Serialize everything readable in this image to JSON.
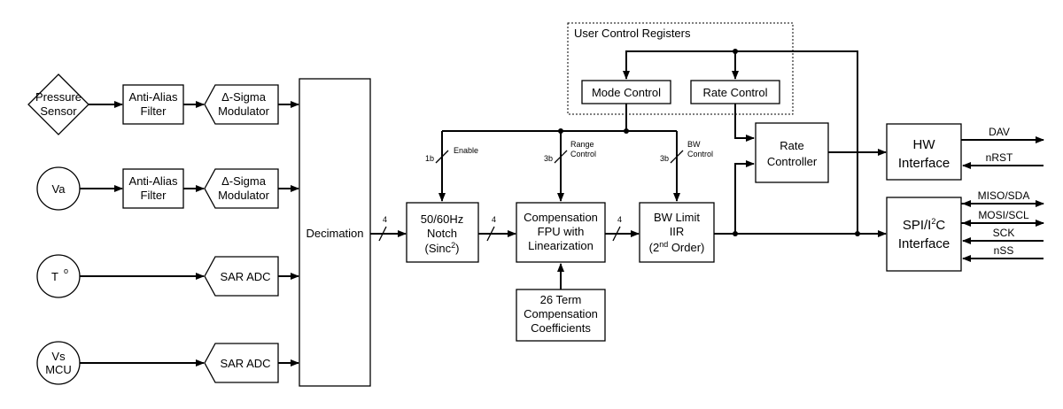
{
  "user_control": {
    "title": "User Control Registers",
    "mode_control": "Mode Control",
    "rate_control": "Rate Control"
  },
  "inputs": {
    "pressure": [
      "Pressure",
      "Sensor"
    ],
    "va": "Va",
    "temp": "T",
    "temp_sup": "o",
    "vs": [
      "Vs",
      "MCU"
    ]
  },
  "anti_alias": [
    "Anti-Alias",
    "Filter"
  ],
  "modulator": [
    "Δ-Sigma",
    "Modulator"
  ],
  "sar_adc": "SAR ADC",
  "decimation": "Decimation",
  "notch": {
    "l1": "50/60Hz",
    "l2": "Notch",
    "l3_pre": "(Sinc",
    "l3_sup": "2",
    "l3_post": ")"
  },
  "comp_fpu": [
    "Compensation",
    "FPU with",
    "Linearization"
  ],
  "bw_limit": {
    "l1": "BW Limit",
    "l2": "IIR",
    "l3_pre": "(2",
    "l3_sup": "nd",
    "l3_post": " Order)"
  },
  "coefficients": [
    "26 Term",
    "Compensation",
    "Coefficients"
  ],
  "rate_controller": [
    "Rate",
    "Controller"
  ],
  "hw_interface": [
    "HW",
    "Interface"
  ],
  "spi_i2c": {
    "pre": "SPI/I",
    "sup": "2",
    "post": "C",
    "l2": "Interface"
  },
  "control_taps": {
    "enable_width": "1b",
    "enable": "Enable",
    "range_width": "3b",
    "range": [
      "Range",
      "Control"
    ],
    "bw_width": "3b",
    "bw": [
      "BW",
      "Control"
    ]
  },
  "bus_width": "4",
  "signals": {
    "dav": "DAV",
    "nrst": "nRST",
    "miso": "MISO/SDA",
    "mosi": "MOSI/SCL",
    "sck": "SCK",
    "nss": "nSS"
  }
}
